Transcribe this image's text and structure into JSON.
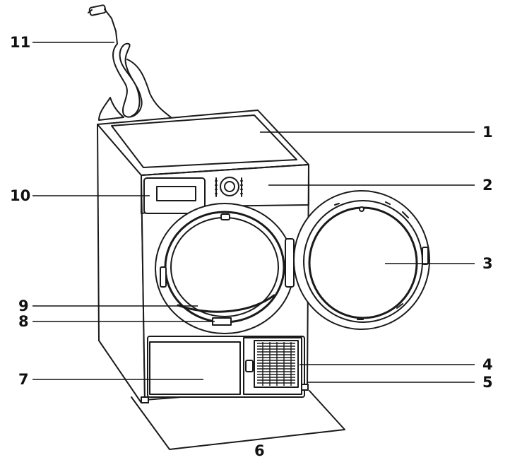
{
  "labels": [
    {
      "id": "top-cover",
      "number": "1"
    },
    {
      "id": "control-panel",
      "number": "2"
    },
    {
      "id": "loading-door",
      "number": "3"
    },
    {
      "id": "air-vent-grille",
      "number": "4"
    },
    {
      "id": "adjustable-feet",
      "number": "5"
    },
    {
      "id": "floor-plate",
      "number": "6"
    },
    {
      "id": "filter-cover",
      "number": "7"
    },
    {
      "id": "type-label",
      "number": "8"
    },
    {
      "id": "fluff-filter",
      "number": "9"
    },
    {
      "id": "water-tank",
      "number": "10"
    },
    {
      "id": "power-cable",
      "number": "11"
    }
  ]
}
